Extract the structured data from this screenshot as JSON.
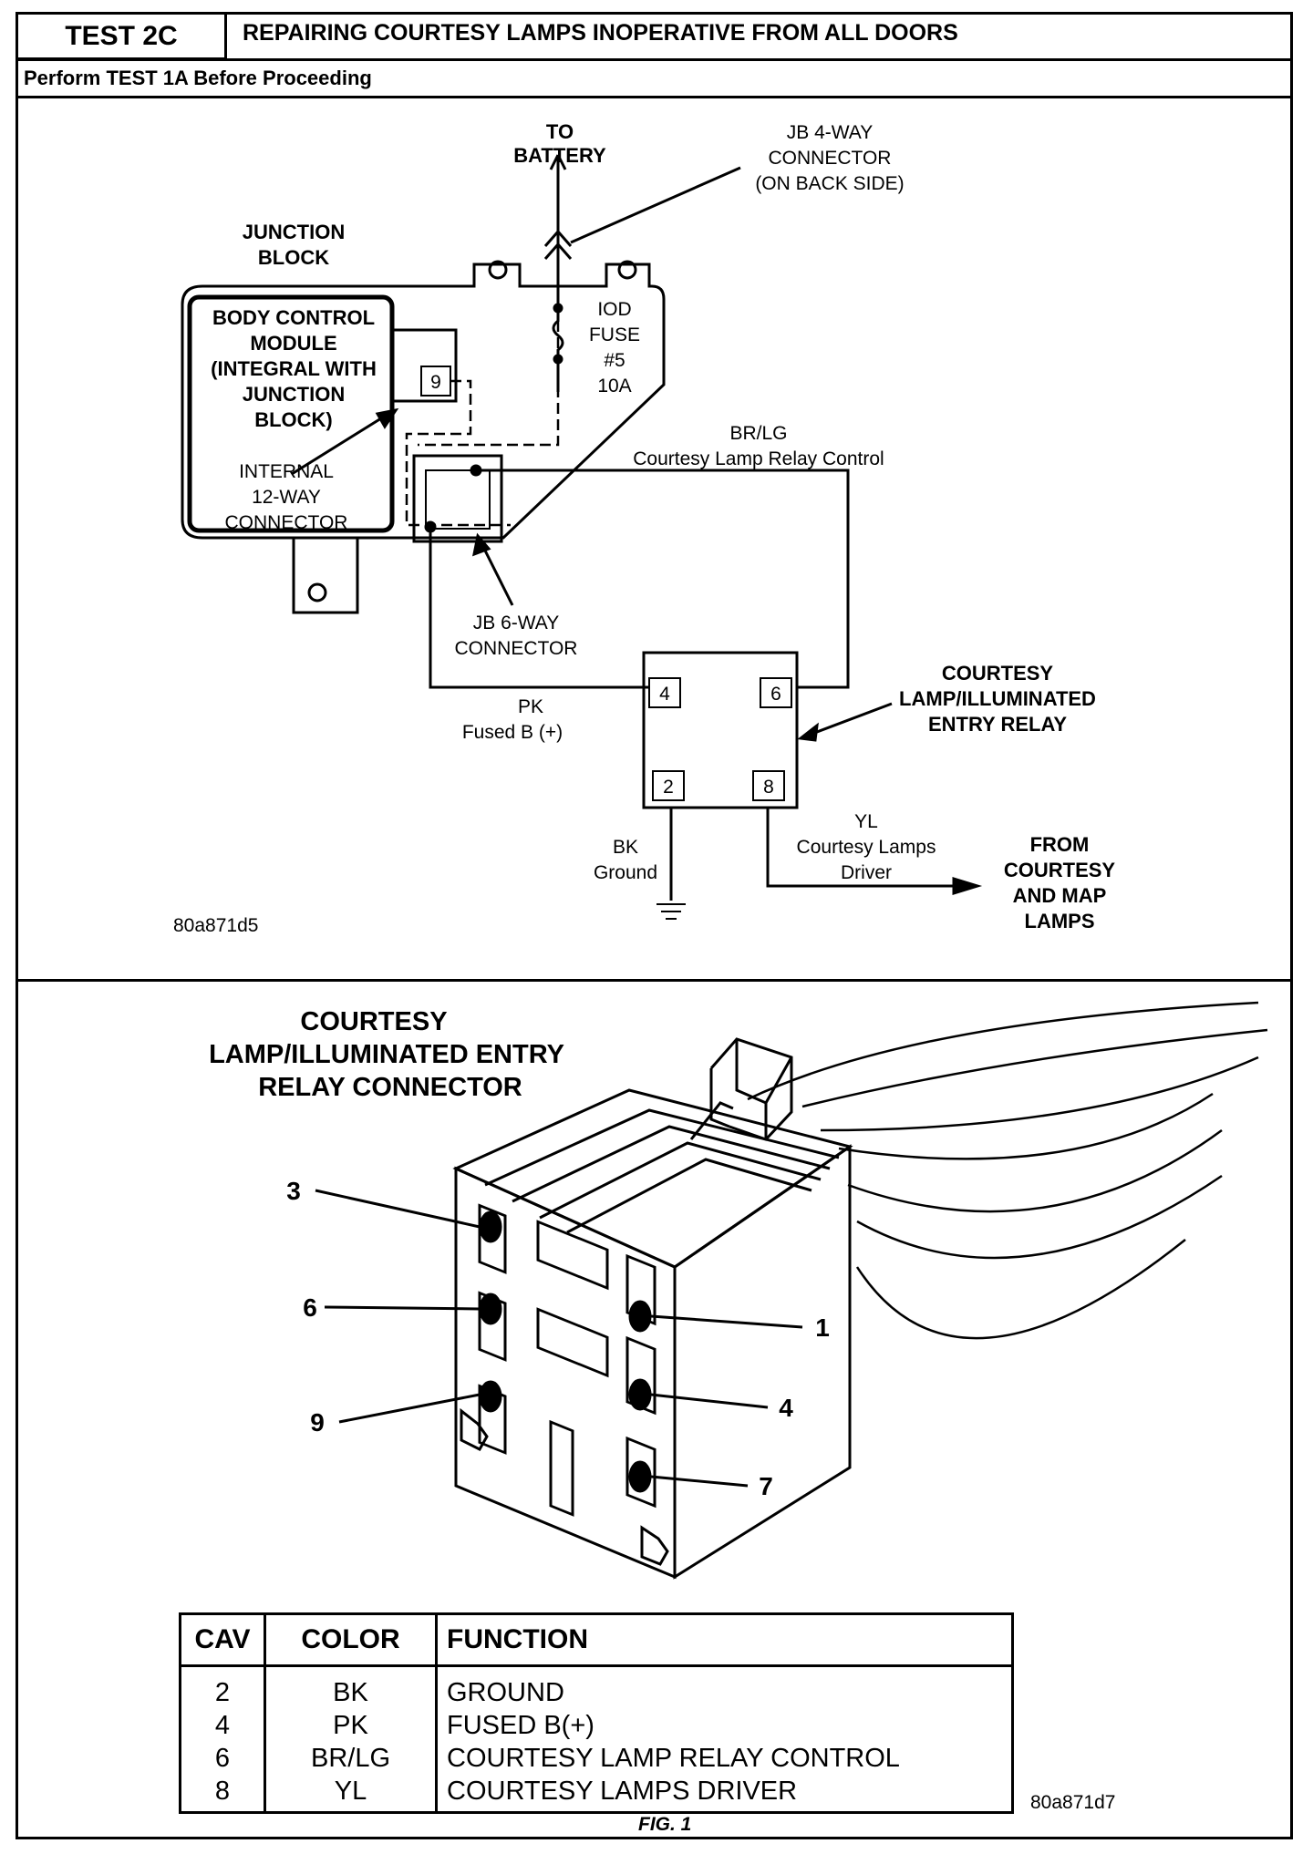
{
  "header": {
    "test_label": "TEST 2C",
    "title": "REPAIRING COURTESY LAMPS INOPERATIVE FROM ALL DOORS",
    "perform_note": "Perform TEST 1A Before Proceeding"
  },
  "schematic": {
    "to_battery": [
      "TO",
      "BATTERY"
    ],
    "jb4_connector": [
      "JB 4-WAY",
      "CONNECTOR",
      "(ON BACK SIDE)"
    ],
    "junction_block": [
      "JUNCTION",
      "BLOCK"
    ],
    "bcm": [
      "BODY CONTROL",
      "MODULE",
      "(INTEGRAL WITH",
      "JUNCTION",
      "BLOCK)"
    ],
    "internal_connector": [
      "INTERNAL",
      "12-WAY",
      "CONNECTOR"
    ],
    "bcm_pin": "9",
    "fuse": [
      "IOD",
      "FUSE",
      "#5",
      "10A"
    ],
    "wire_brlg": [
      "BR/LG",
      "Courtesy Lamp Relay Control"
    ],
    "jb6_connector": [
      "JB 6-WAY",
      "CONNECTOR"
    ],
    "relay_label": [
      "COURTESY",
      "LAMP/ILLUMINATED",
      "ENTRY RELAY"
    ],
    "relay_pins": [
      "4",
      "6",
      "2",
      "8"
    ],
    "wire_pk": [
      "PK",
      "Fused B (+)"
    ],
    "wire_bk": [
      "BK",
      "Ground"
    ],
    "wire_yl": [
      "YL",
      "Courtesy Lamps",
      "Driver"
    ],
    "from_lamps": [
      "FROM",
      "COURTESY",
      "AND MAP",
      "LAMPS"
    ],
    "figure_code": "80a871d5"
  },
  "connector_view": {
    "title": [
      "COURTESY",
      "LAMP/ILLUMINATED ENTRY",
      "RELAY CONNECTOR"
    ],
    "cavity_callouts": [
      "3",
      "6",
      "9",
      "1",
      "4",
      "7"
    ]
  },
  "cavity_table": {
    "headers": [
      "CAV",
      "COLOR",
      "FUNCTION"
    ],
    "rows": [
      {
        "cav": "2",
        "color": "BK",
        "function": "GROUND"
      },
      {
        "cav": "4",
        "color": "PK",
        "function": "FUSED B(+)"
      },
      {
        "cav": "6",
        "color": "BR/LG",
        "function": "COURTESY LAMP RELAY CONTROL"
      },
      {
        "cav": "8",
        "color": "YL",
        "function": "COURTESY LAMPS DRIVER"
      }
    ]
  },
  "figure_caption": "FIG. 1",
  "figure_code_2": "80a871d7"
}
